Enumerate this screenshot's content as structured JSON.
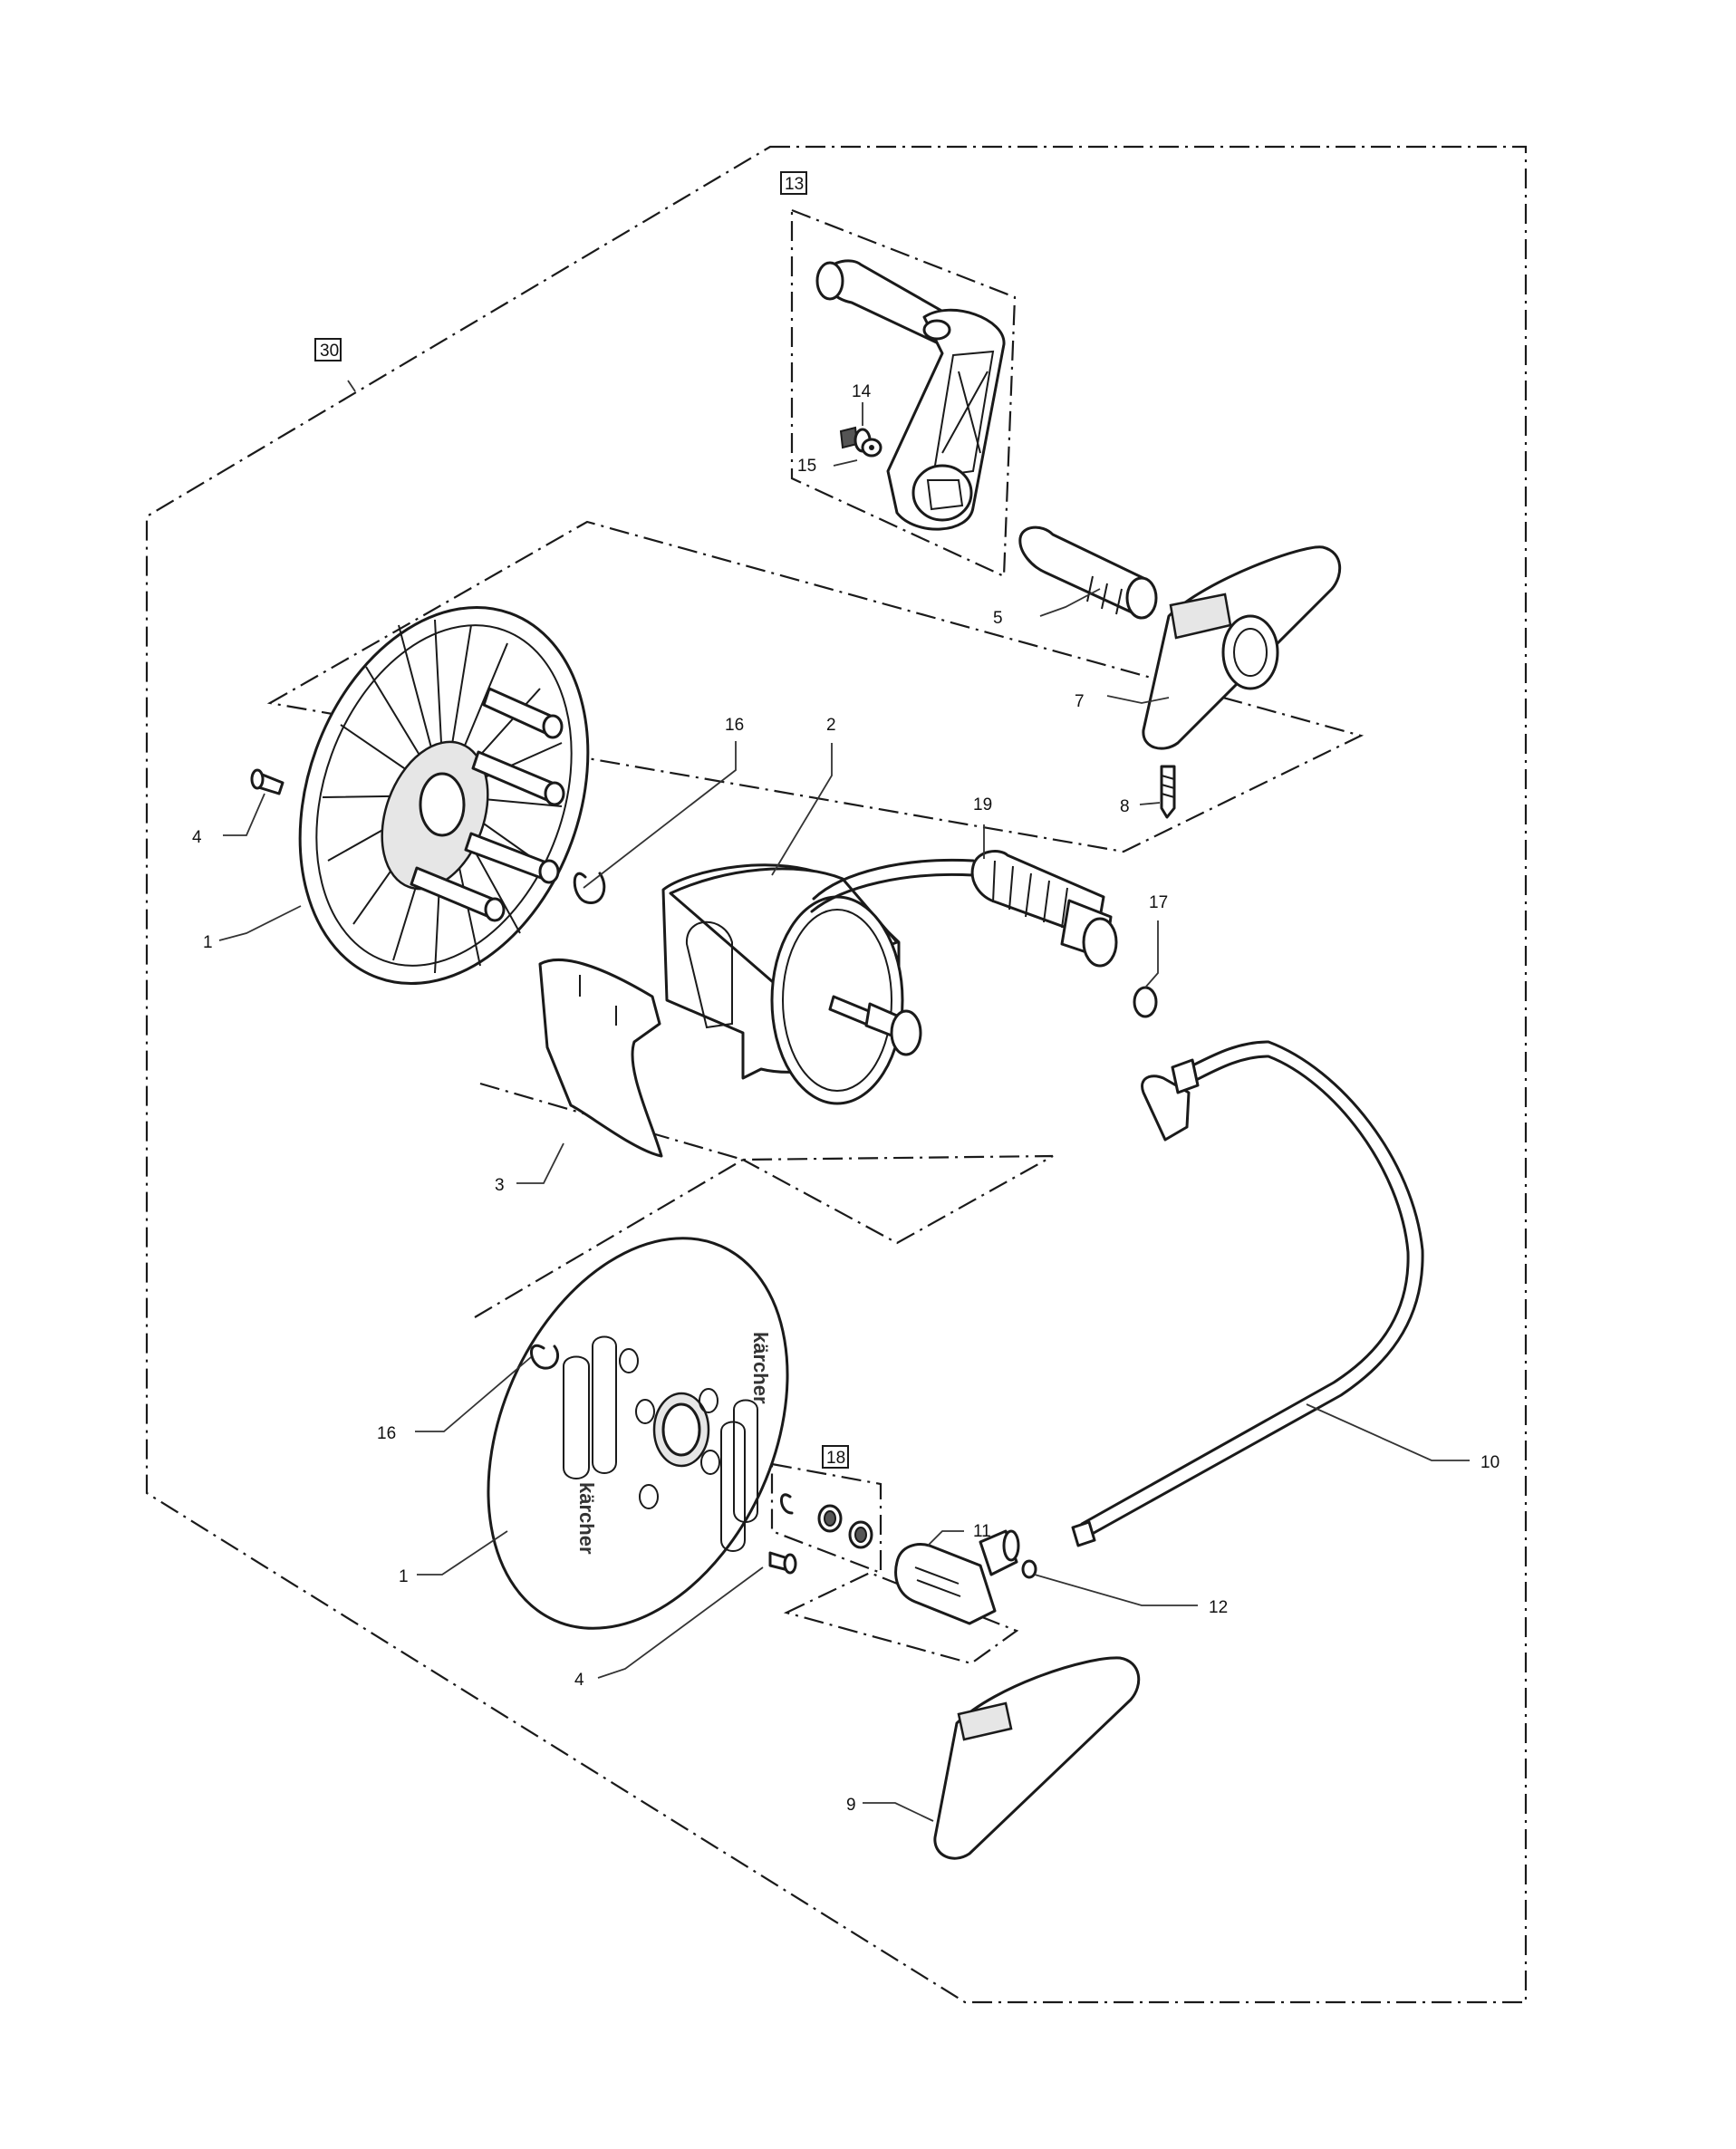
{
  "labels": {
    "p1_top": "1",
    "p1_bottom": "1",
    "p2": "2",
    "p3": "3",
    "p4_top": "4",
    "p4_bottom": "4",
    "p5": "5",
    "p7": "7",
    "p8": "8",
    "p9": "9",
    "p10": "10",
    "p11": "11",
    "p12": "12",
    "p13": "13",
    "p14": "14",
    "p15": "15",
    "p16_top": "16",
    "p16_bottom": "16",
    "p17": "17",
    "p18": "18",
    "p19": "19",
    "p30": "30"
  },
  "logo_text": "kärcher"
}
